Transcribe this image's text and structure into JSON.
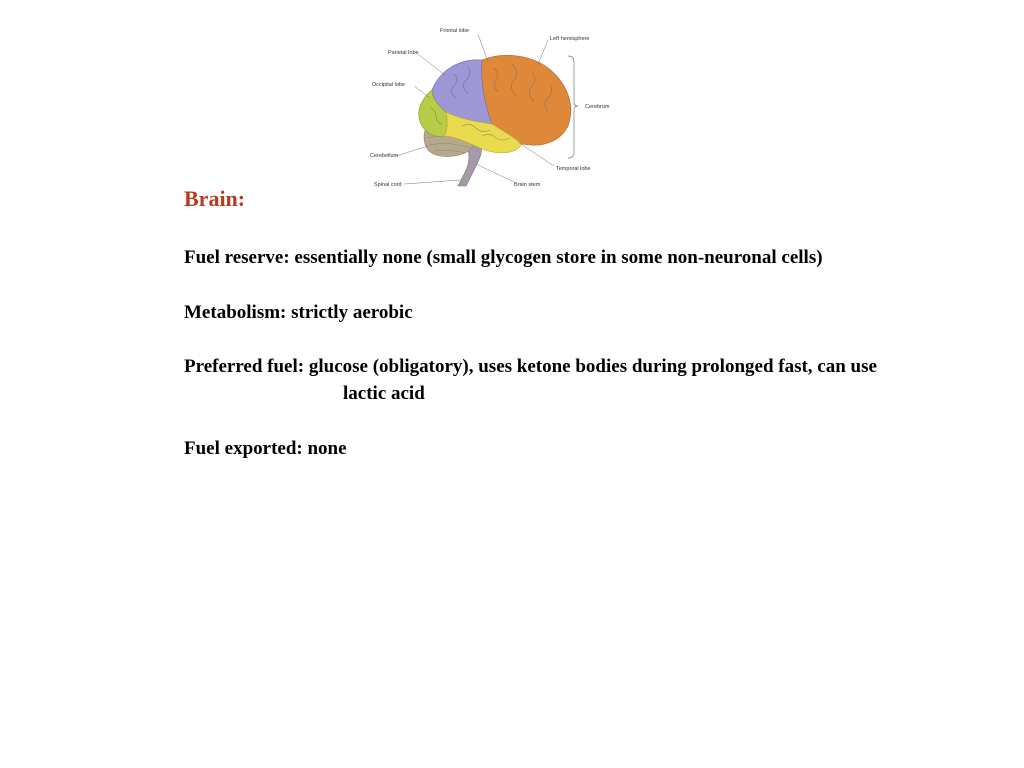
{
  "colors": {
    "title": "#b83a1e",
    "text": "#000000",
    "frontal_lobe": "#e0883a",
    "parietal_lobe": "#9d97d6",
    "occipital_lobe": "#b8cc4a",
    "temporal_lobe": "#e9da4f",
    "cerebellum": "#b6a88c",
    "brain_stem": "#a69aa8"
  },
  "figure": {
    "labels": {
      "frontal_lobe": "Frontal lobe",
      "left_hemisphere": "Left hemisphere",
      "parietal_lobe": "Parietal lobe",
      "occipital_lobe": "Occipital lobe",
      "cerebrum": "Cerebrum",
      "cerebellum": "Cerebellum",
      "temporal_lobe": "Temporal lobe",
      "spinal_cord": "Spinal cord",
      "brain_stem": "Brain stem"
    }
  },
  "content": {
    "title": "Brain:",
    "lines": [
      "Fuel reserve:  essentially none  (small glycogen store in some non-neuronal cells)",
      "Metabolism:  strictly aerobic",
      "Preferred fuel:  glucose (obligatory),  uses ketone bodies during prolonged fast,  can use",
      "lactic acid",
      "Fuel exported:  none"
    ]
  }
}
